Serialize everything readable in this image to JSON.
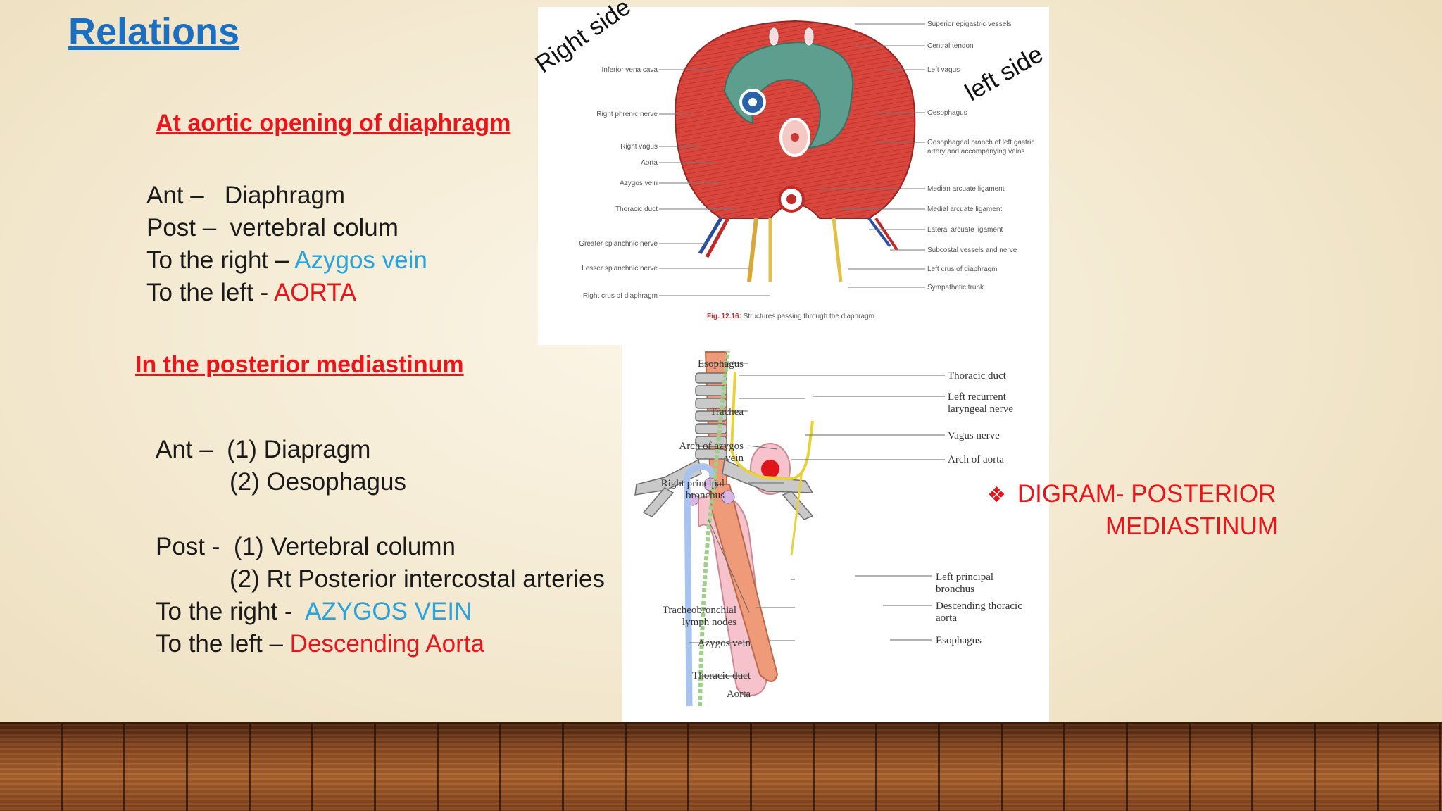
{
  "title": "Relations",
  "section1": {
    "heading": "At aortic opening of diaphragm",
    "ant_label": "Ant –   Diaphragm",
    "post_label": "Post –  vertebral colum",
    "right_prefix": "To the right – ",
    "right_value": "Azygos vein",
    "left_prefix": "To the left - ",
    "left_value": "AORTA"
  },
  "section2": {
    "heading": "In the posterior mediastinum",
    "ant1": "Ant –  (1) Diapragm",
    "ant2": "(2) Oesophagus",
    "post1": "Post -  (1) Vertebral column",
    "post2": "(2) Rt Posterior intercostal arteries",
    "right_prefix": "To the right -  ",
    "right_value": "AZYGOS VEIN",
    "left_prefix": "To the left – ",
    "left_value": "Descending Aorta"
  },
  "diaphragm_figure": {
    "right_side": "Right side",
    "left_side": "left side",
    "labels_left": [
      "Inferior vena cava",
      "Right phrenic nerve",
      "Right vagus",
      "Aorta",
      "Azygos vein",
      "Thoracic duct",
      "Greater splanchnic nerve",
      "Lesser splanchnic nerve",
      "Right crus of diaphragm"
    ],
    "labels_right": [
      "Superior epigastric vessels",
      "Central tendon",
      "Left vagus",
      "Oesophagus",
      "Oesophageal branch of left gastric",
      "artery and accompanying veins",
      "Median arcuate ligament",
      "Medial arcuate ligament",
      "Lateral arcuate ligament",
      "Subcostal vessels and nerve",
      "Left crus of diaphragm",
      "Sympathetic trunk"
    ],
    "caption_bold": "Fig. 12.16:",
    "caption": " Structures passing through the diaphragm"
  },
  "mediastinum_figure": {
    "labels_left": [
      "Esophagus",
      "Trachea",
      "Arch of azygos",
      "vein",
      "Right principal",
      "bronchus",
      "Tracheobronchial",
      "lymph nodes",
      "Azygos vein",
      "Thoracic duct",
      "Aorta"
    ],
    "labels_right": [
      "Thoracic duct",
      "Left recurrent",
      "laryngeal nerve",
      "Vagus nerve",
      "Arch of aorta",
      "Left principal",
      "bronchus",
      "Descending thoracic",
      "aorta",
      "Esophagus"
    ]
  },
  "note": {
    "bullet": "❖",
    "line1": "DIGRAM- POSTERIOR",
    "line2": "MEDIASTINUM"
  },
  "colors": {
    "title_blue": "#1b6fc2",
    "heading_red": "#e8151b",
    "azygos_blue": "#27a3dd"
  }
}
